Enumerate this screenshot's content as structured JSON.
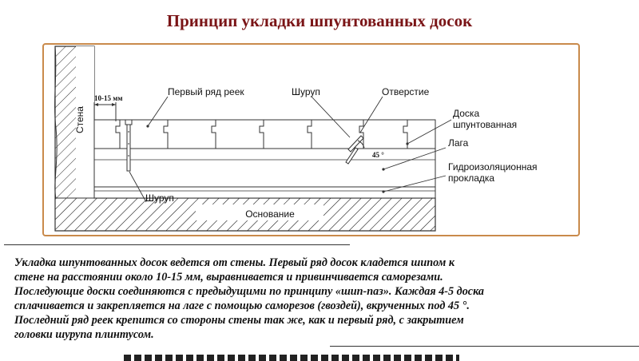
{
  "title": "Принцип укладки шпунтованных досок",
  "diagram": {
    "labels": {
      "wall": "Стена",
      "gap": "10-15 мм",
      "first_row": "Первый ряд реек",
      "screw_top": "Шуруп",
      "hole": "Отверстие",
      "board_1": "Доска",
      "board_2": "шпунтованная",
      "joist": "Лага",
      "angle": "45 °",
      "insulation_1": "Гидроизоляционная",
      "insulation_2": "прокладка",
      "screw_bottom": "Шуруп",
      "base": "Основание"
    }
  },
  "description": {
    "lines": [
      "Укладка шпунтованных досок ведется от стены. Первый ряд досок кладется шипом к",
      "стене на расстоянии около 10-15 мм, выравнивается  и  привинчивается саморезами.",
      "Последующие доски соединяются с предыдущими по принципу «шип-паз». Каждая 4-5 доска",
      "сплачивается и закрепляется на лаге с помощью саморезов (гвоздей), вкрученных под 45 °.",
      "Последний ряд реек крепится со стороны стены    так же,   как и первый   ряд, с закрытием",
      "головки шурупа плинтусом."
    ]
  }
}
